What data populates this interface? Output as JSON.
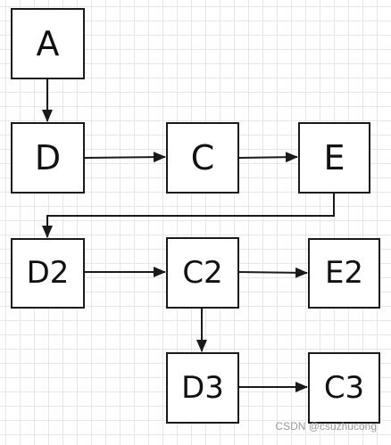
{
  "diagram": {
    "nodes": [
      {
        "id": "A",
        "label": "A"
      },
      {
        "id": "D",
        "label": "D"
      },
      {
        "id": "C",
        "label": "C"
      },
      {
        "id": "E",
        "label": "E"
      },
      {
        "id": "D2",
        "label": "D2"
      },
      {
        "id": "C2",
        "label": "C2"
      },
      {
        "id": "E2",
        "label": "E2"
      },
      {
        "id": "D3",
        "label": "D3"
      },
      {
        "id": "C3",
        "label": "C3"
      }
    ],
    "edges": [
      {
        "from": "A",
        "to": "D"
      },
      {
        "from": "D",
        "to": "C"
      },
      {
        "from": "C",
        "to": "E"
      },
      {
        "from": "E",
        "to": "D2"
      },
      {
        "from": "D2",
        "to": "C2"
      },
      {
        "from": "C2",
        "to": "E2"
      },
      {
        "from": "C2",
        "to": "D3"
      },
      {
        "from": "D3",
        "to": "C3"
      }
    ]
  },
  "watermark": "CSDN @csuzhucong"
}
